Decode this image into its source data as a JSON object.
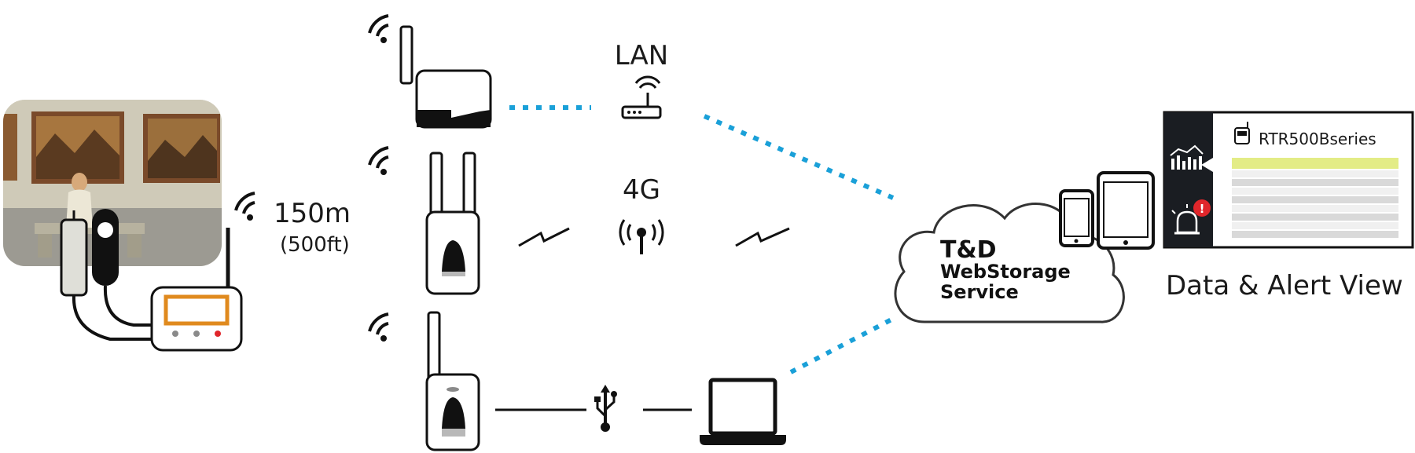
{
  "range": {
    "distance": "150m",
    "distance_imperial": "(500ft)"
  },
  "connections": {
    "lan_label": "LAN",
    "cellular_label": "4G"
  },
  "cloud": {
    "line1": "T&D",
    "line2": "WebStorage",
    "line3": "Service"
  },
  "dashboard": {
    "series_title": "RTR500Bseries",
    "caption": "Data & Alert View",
    "highlight_color": "#e3ec86",
    "sidebar_color": "#1a1d22",
    "alert_color": "#e0262b"
  },
  "link_color": "#1aa0d8",
  "icons": [
    "wifi-signal-icon",
    "router-icon",
    "cell-tower-icon",
    "usb-icon",
    "laptop-icon",
    "smartphone-icon",
    "tablet-icon",
    "chart-icon",
    "alarm-icon"
  ]
}
